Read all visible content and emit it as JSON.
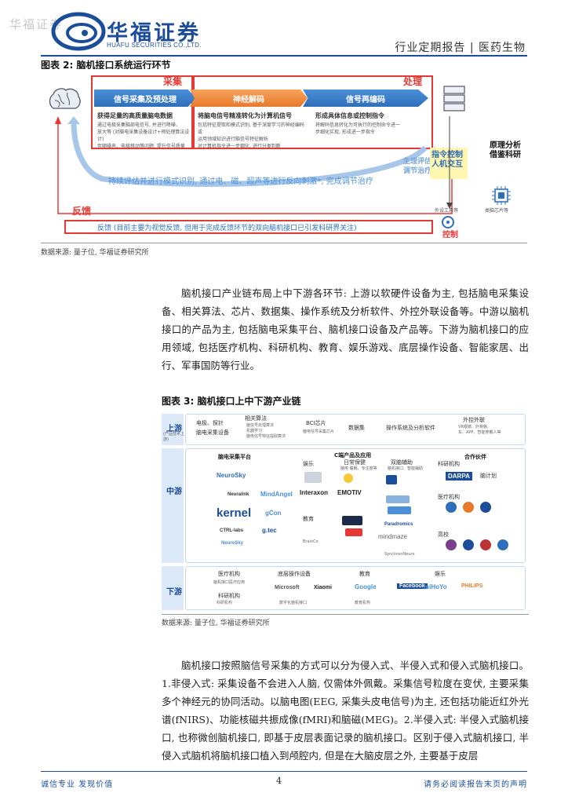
{
  "header": {
    "watermark": "华福证券",
    "logo_cn": "华福证券",
    "logo_en": "HUAFU SECURITIES CO.,LTD.",
    "report_type": "行业定期报告 | 医药生物"
  },
  "colors": {
    "brand_blue": "#1c4d9a",
    "accent_red": "#e53935",
    "accent_orange": "#e8792b",
    "bar_blue": "#2f6fba"
  },
  "figure2": {
    "caption": "图表 2: 脑机接口系统运行环节",
    "source": "数据来源: 量子位, 华福证券研究所",
    "sections": {
      "collect": "采集",
      "process": "处理",
      "feedback": "反馈"
    },
    "stages": [
      {
        "title": "信号采集及预处理",
        "subtitle": "获得足量的高质量脑电数据",
        "lines": [
          "通过电极采集脑部电信号, 并进行降噪、",
          "放大等 (对脑电采集设备设计+预处理算法设计)",
          "伴随噪声、电极移动等问题, 提升信号质量"
        ]
      },
      {
        "title": "神经解码",
        "subtitle": "将脑电信号精准转化为计算机信号",
        "lines": [
          "包括特征提取和模式识别, 基于深度学习的神经编码或",
          "运用领域知识进行脑信号特征解析",
          "对计算机指令进一步细化, 进行分类判断"
        ]
      },
      {
        "title": "信号再编码",
        "subtitle": "形成具体信息或控制指令",
        "lines": [
          "将解码信息转化为可执行的控制命令进一",
          "步细化实现, 形成进一步指令"
        ]
      }
    ],
    "loop_text": "持续评估并进行模式识别, 通过电、磁、超声等进行反向刺激*, 完成调节治疗",
    "feedback_text": "反馈 (目前主要为视觉反馈, 但用于完成反馈环节的双向脑机接口已引发科研界关注)",
    "side_labels": {
      "eval": "生理评估\n调节治疗",
      "command": "指令控制\n人机交互",
      "principle": "原理分析\n借鉴科研",
      "external": "外设工具等",
      "chip": "类脑芯片等",
      "control": "控制"
    }
  },
  "paragraph1": "脑机接口产业链布局上中下游各环节: 上游以软硬件设备为主, 包括脑电采集设备、相关算法、芯片、数据集、操作系统及分析软件、外控外联设备等。中游以脑机接口的产品为主, 包括脑电采集平台、脑机接口设备及产品等。下游为脑机接口的应用领域, 包括医疗机构、科研机构、教育、娱乐游戏、底层操作设备、智能家居、出行、军事国防等行业。",
  "figure3": {
    "caption": "图表 3: 脑机接口上中下游产业链",
    "source": "数据来源: 量子位, 华福证券研究所",
    "upstream": {
      "label": "上游",
      "sublabel": "(产品技术上游)",
      "items": [
        {
          "title": "电极、探针",
          "sub": "脑电采集设备"
        },
        {
          "title": "相关算法",
          "sub": ""
        },
        {
          "title": "BCI芯片",
          "sub": ""
        },
        {
          "title": "数据集",
          "sub": ""
        },
        {
          "title": "操作系统及分析软件",
          "sub": ""
        },
        {
          "title": "外控外联",
          "sub": ""
        }
      ],
      "algo_lines": [
        "脑信号处理算法",
        "机器学习",
        "脑电信号特征提取算法"
      ],
      "chip_sub": "脑电信号采集芯片",
      "ext_lines": [
        "VR眼镜、外骨骼、",
        "车、APP、智能穿戴人等"
      ]
    },
    "midstream": {
      "label": "中游",
      "platform": "脑电采集平台",
      "products": "C端产品及应用",
      "partners": "合作伙伴",
      "sub_cats": [
        "娱乐",
        "日常保健",
        "双脑辅助",
        "教育",
        "科研机构",
        "医疗机构",
        "高校"
      ],
      "brands": [
        "NeuroSky",
        "Neuralink",
        "MindAngel",
        "kernel",
        "gCon",
        "CTRL-labs",
        "g.tec",
        "NeuroSky",
        "Interaxon",
        "EMOTIV",
        "mindmaze",
        "Paradromics",
        "DARPA",
        "脑计划"
      ],
      "sub_notes": [
        "脑电 睡眠、专注度等",
        "脑机接口、智能辅助",
        "BrainCo",
        "SynchronNeuro",
        "NEUROSKY"
      ]
    },
    "downstream": {
      "label": "下游",
      "cats": [
        "医疗机构",
        "底层操作设备",
        "教育",
        "娱乐"
      ],
      "sub_cats": [
        "科研机构"
      ],
      "notes": [
        "脑机接口医疗应用",
        "数字化脑机接口",
        "科研机构",
        "教育机构"
      ],
      "brands": [
        "Microsoft",
        "Xiaomi",
        "Google",
        "Facebook",
        "miHoYo",
        "PHILIPS"
      ]
    }
  },
  "paragraph2": "脑机接口按照脑信号采集的方式可以分为侵入式、半侵入式和侵入式脑机接口。1.非侵入式: 采集设备不会进入人脑, 仅需体外佩戴。采集信号粒度在变伏, 主要采集多个神经元的协同活动。以脑电图(EEG, 采集头皮电信号)为主, 还包括功能近红外光谱(fNIRS)、功能核磁共振成像(fMRI)和脑磁(MEG)。2.半侵入式: 半侵入式脑机接口, 也称微创脑机接口, 即基于皮层表面记录的脑机接口。区别于侵入式脑机接口, 半侵入式脑机将脑机接口植入到颅腔内, 但是在大脑皮层之外, 主要基于皮层",
  "footer": {
    "left": "诚信专业  发现价值",
    "page": "4",
    "right": "请务必阅读报告末页的声明"
  }
}
